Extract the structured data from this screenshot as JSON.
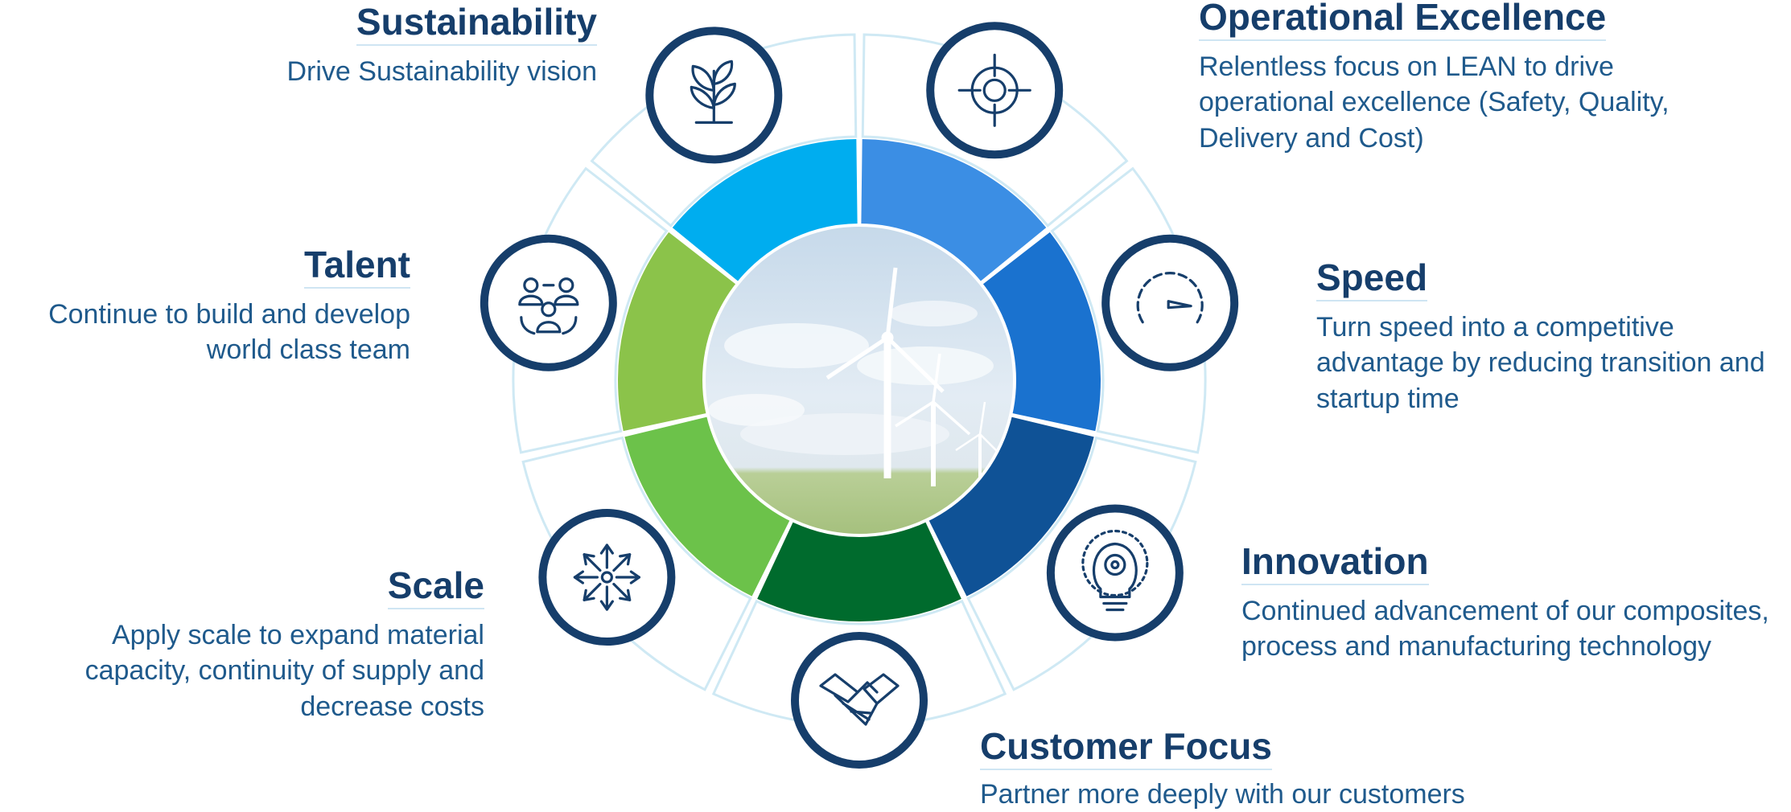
{
  "palette": {
    "navy": "#163e6b",
    "text_blue": "#1f5a8c",
    "ring_outline": "#cfe9f4",
    "segments": [
      "#3b8ee4",
      "#1a72cf",
      "#0f5296",
      "#006b2d",
      "#6cc24a",
      "#8bc34a",
      "#00adef"
    ]
  },
  "center_image": {
    "icon": "wind-turbine-photo"
  },
  "pillars": [
    {
      "key": "sustainability",
      "title": "Sustainability",
      "description": "Drive Sustainability vision",
      "icon": "sprout-icon"
    },
    {
      "key": "operational",
      "title": "Operational Excellence",
      "description": "Relentless focus on LEAN to drive operational excellence (Safety, Quality, Delivery and Cost)",
      "icon": "target-icon"
    },
    {
      "key": "speed",
      "title": "Speed",
      "description": "Turn speed into a competitive advantage by reducing transition and startup time",
      "icon": "speedometer-icon"
    },
    {
      "key": "innovation",
      "title": "Innovation",
      "description": "Continued advancement of our composites, process and manufacturing technology",
      "icon": "lightbulb-gear-icon"
    },
    {
      "key": "customer",
      "title": "Customer Focus",
      "description": "Partner more deeply with our customers",
      "icon": "handshake-icon"
    },
    {
      "key": "scale",
      "title": "Scale",
      "description": "Apply scale to expand material capacity, continuity of supply and decrease costs",
      "icon": "expand-arrows-icon"
    },
    {
      "key": "talent",
      "title": "Talent",
      "description": "Continue to build and develop world class team",
      "icon": "people-icon"
    }
  ]
}
